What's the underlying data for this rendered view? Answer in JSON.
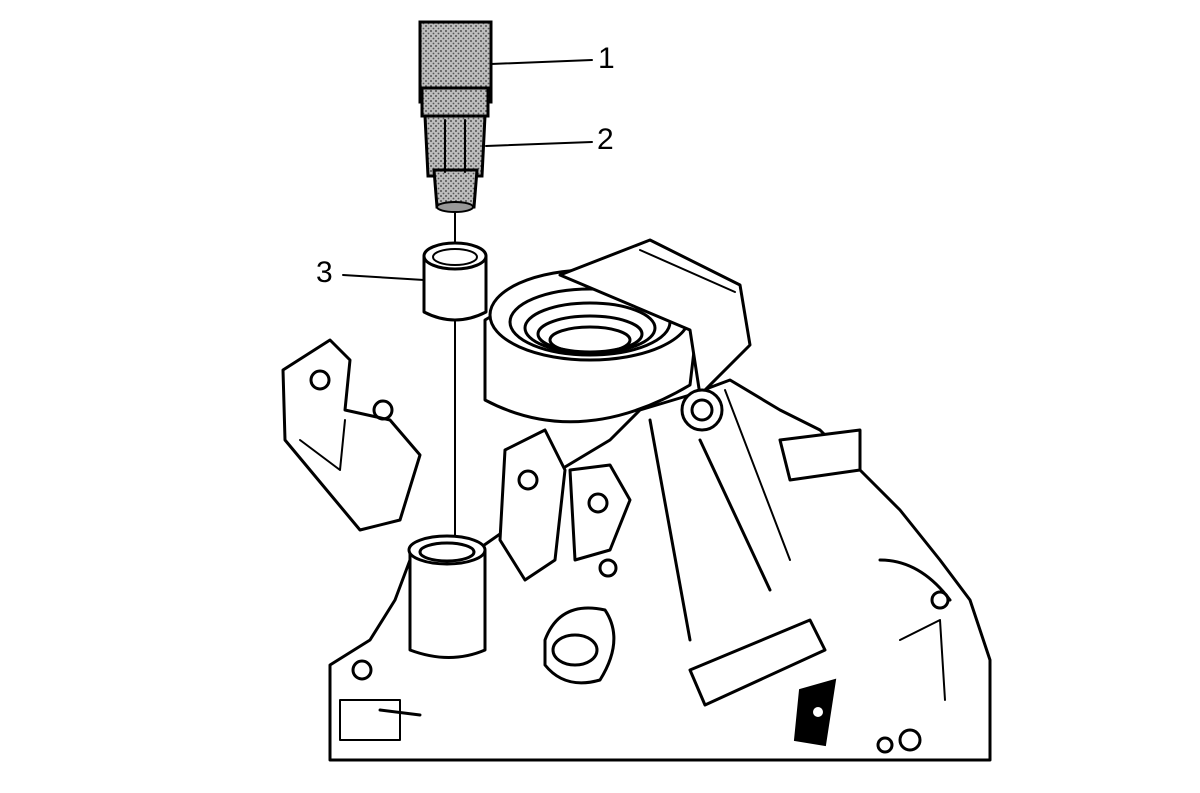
{
  "callouts": [
    {
      "id": "1",
      "text": "1",
      "part": "tool-handle"
    },
    {
      "id": "2",
      "text": "2",
      "part": "installer-tool"
    },
    {
      "id": "3",
      "text": "3",
      "part": "bushing"
    }
  ],
  "colors": {
    "ink": "#000000",
    "paper": "#ffffff"
  },
  "icons": {
    "tool-handle": "stippled-cylinder",
    "installer-tool": "stepped-stippled-driver",
    "bushing": "sleeve"
  }
}
